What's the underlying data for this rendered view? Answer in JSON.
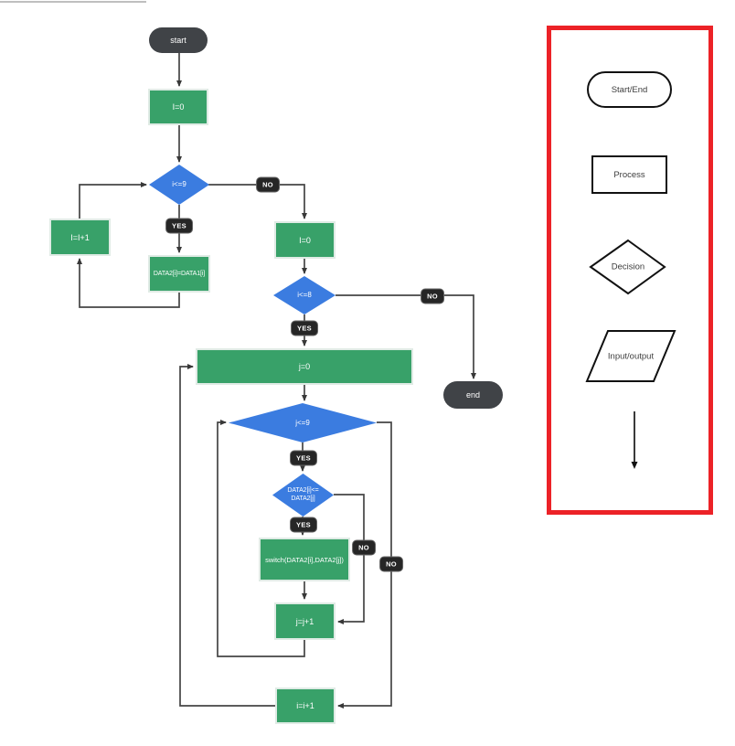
{
  "flowchart": {
    "nodes": {
      "start": {
        "label": "start"
      },
      "i_init": {
        "label": "I=0"
      },
      "dec_i9": {
        "label": "i<=9"
      },
      "i_incr": {
        "label": "I=I+1"
      },
      "assign": {
        "label": "DATA2[i]=DATA1[i]"
      },
      "i_init2": {
        "label": "I=0"
      },
      "dec_i8": {
        "label": "i<=8"
      },
      "end": {
        "label": "end"
      },
      "j_init": {
        "label": "j=0"
      },
      "dec_j9": {
        "label": "j<=9"
      },
      "dec_cmp": {
        "label": "DATA2[i]<=",
        "label2": "DATA2[j]"
      },
      "switch": {
        "label": "switch(DATA2[i],DATA2[j])"
      },
      "j_incr": {
        "label": "j=j+1"
      },
      "i_incr2": {
        "label": "i=i+1"
      }
    },
    "edge_labels": {
      "yes_i9": "YES",
      "no_i9": "NO",
      "yes_i8": "YES",
      "no_i8": "NO",
      "yes_j9": "YES",
      "yes_cmp": "YES",
      "no_cmp": "NO",
      "no_j9": "NO"
    }
  },
  "legend": {
    "start_end": "Start/End",
    "process": "Process",
    "decision": "Decision",
    "input_output": "Input/output"
  },
  "colors": {
    "process_fill": "#38a169",
    "decision_fill": "#3b7ce0",
    "terminal_fill": "#404347",
    "label_fill": "#262626",
    "edge": "#454545",
    "legend_border": "#ec2227"
  }
}
